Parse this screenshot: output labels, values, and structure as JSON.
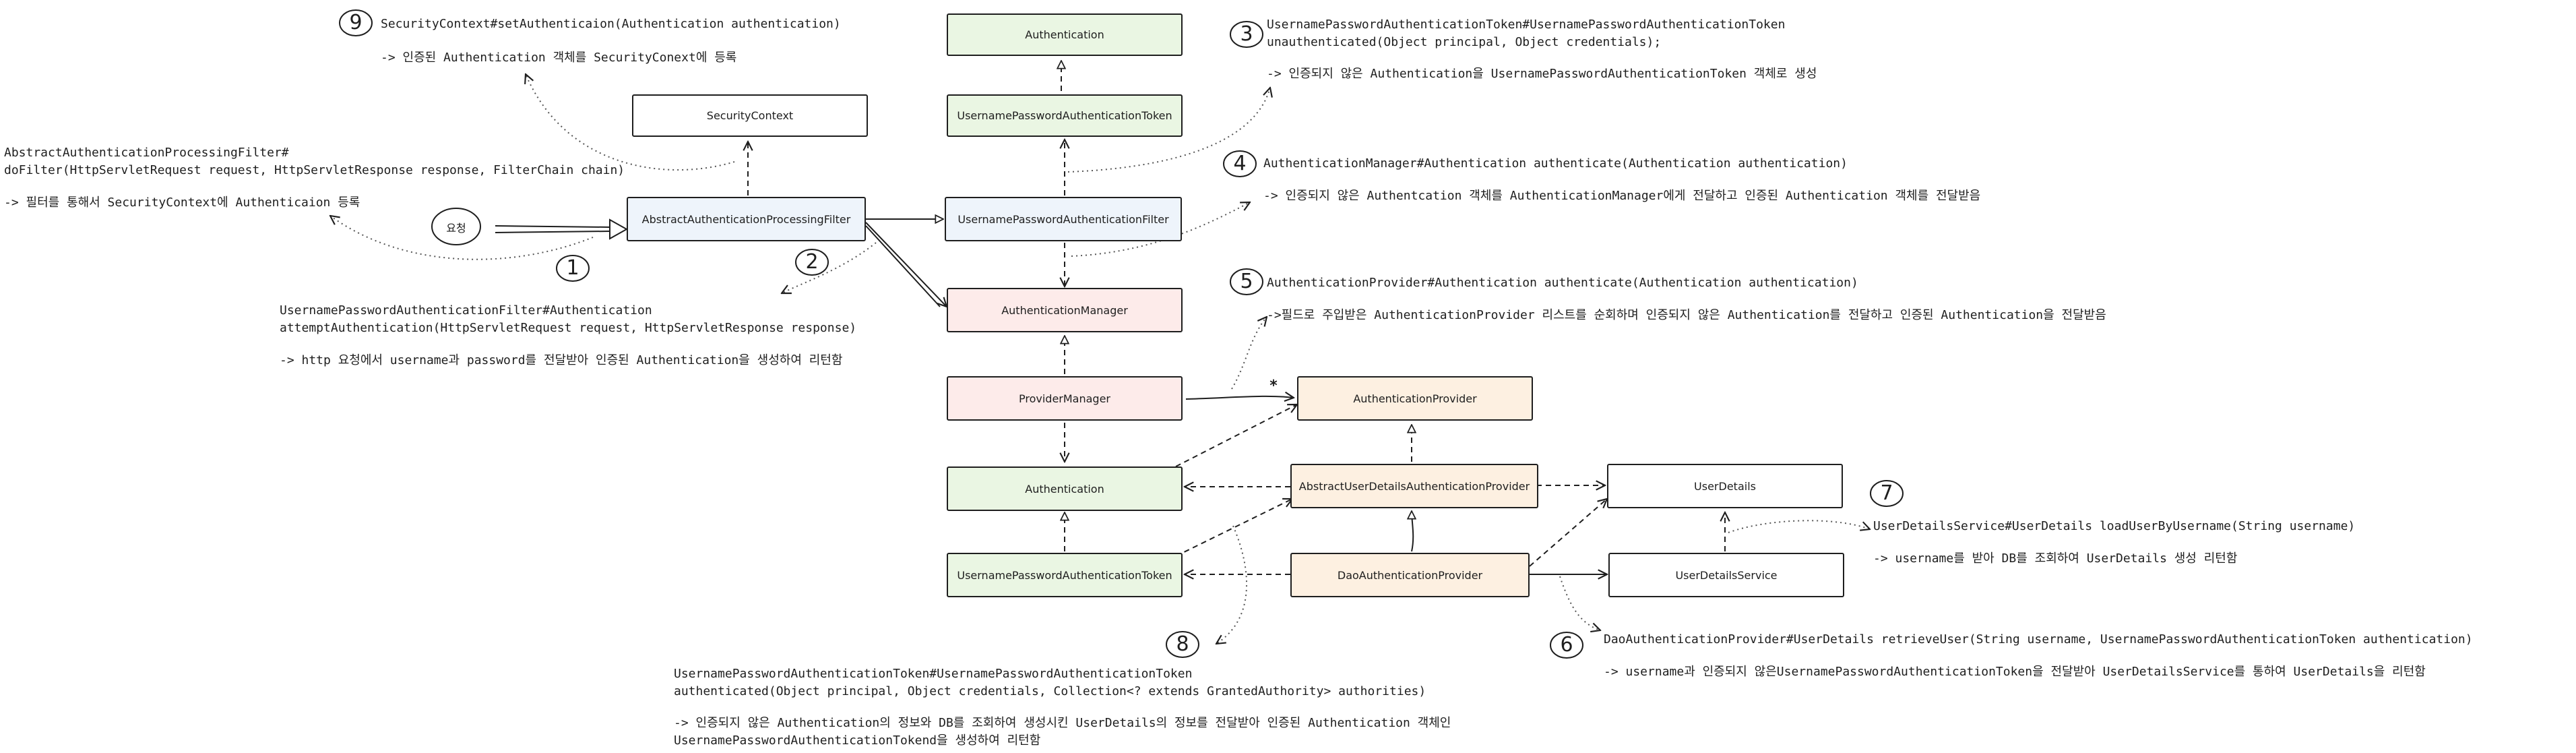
{
  "boxes": {
    "auth_top": "Authentication",
    "upat_top": "UsernamePasswordAuthenticationToken",
    "security_context": "SecurityContext",
    "aapf": "AbstractAuthenticationProcessingFilter",
    "upaf": "UsernamePasswordAuthenticationFilter",
    "auth_manager": "AuthenticationManager",
    "provider_manager": "ProviderManager",
    "auth_provider": "AuthenticationProvider",
    "audap": "AbstractUserDetailsAuthenticationProvider",
    "auth_bottom": "Authentication",
    "upat_bottom": "UsernamePasswordAuthenticationToken",
    "dao_provider": "DaoAuthenticationProvider",
    "user_details": "UserDetails",
    "user_details_service": "UserDetailsService"
  },
  "request_label": "요청",
  "multiplicity": "*",
  "steps": {
    "s1": {
      "num": "1",
      "line1": "AbstractAuthenticationProcessingFilter#",
      "line2": "doFilter(HttpServletRequest request, HttpServletResponse response, FilterChain chain)",
      "desc": "-> 필터를 통해서 SecurityContext에 Authenticaion 등록"
    },
    "s2": {
      "num": "2",
      "line1": "UsernamePasswordAuthenticationFilter#Authentication",
      "line2": "attemptAuthentication(HttpServletRequest request, HttpServletResponse response)",
      "desc": "-> http 요청에서 username과 password를 전달받아 인증된 Authentication을 생성하여 리턴함"
    },
    "s3": {
      "num": "3",
      "line1": "UsernamePasswordAuthenticationToken#UsernamePasswordAuthenticationToken",
      "line2": "unauthenticated(Object principal, Object credentials);",
      "desc": "-> 인증되지 않은 Authentication을 UsernamePasswordAuthenticationToken 객체로 생성"
    },
    "s4": {
      "num": "4",
      "line1": "AuthenticationManager#Authentication authenticate(Authentication authentication)",
      "desc": "-> 인증되지 않은 Authentcation 객체를 AuthenticationManager에게 전달하고 인증된 Authentication 객체를 전달받음"
    },
    "s5": {
      "num": "5",
      "line1": "AuthenticationProvider#Authentication authenticate(Authentication authentication)",
      "desc": "->필드로 주입받은 AuthenticationProvider 리스트를 순회하며 인증되지 않은 Authentication를 전달하고 인증된 Authentication을 전달받음"
    },
    "s6": {
      "num": "6",
      "line1": "DaoAuthenticationProvider#UserDetails retrieveUser(String username, UsernamePasswordAuthenticationToken authentication)",
      "desc": "-> username과 인증되지 않은UsernamePasswordAuthenticationToken을 전달받아 UserDetailsService를 통하여 UserDetails을 리턴함"
    },
    "s7": {
      "num": "7",
      "line1": "UserDetailsService#UserDetails loadUserByUsername(String username)",
      "desc": "-> username를 받아 DB를 조회하여 UserDetails 생성 리턴함"
    },
    "s8": {
      "num": "8",
      "line1": "UsernamePasswordAuthenticationToken#UsernamePasswordAuthenticationToken",
      "line2": "authenticated(Object principal, Object credentials, Collection<? extends GrantedAuthority> authorities)",
      "desc": "-> 인증되지 않은 Authentication의 정보와 DB를 조회하여 생성시킨 UserDetails의 정보를 전달받아 인증된 Authentication 객체인",
      "desc2": "UsernamePasswordAuthenticationTokend을 생성하여 리턴함"
    },
    "s9": {
      "num": "9",
      "line1": "SecurityContext#setAuthenticaion(Authentication authentication)",
      "desc": "-> 인증된 Authentication 객체를 SecurityConext에 등록"
    }
  }
}
